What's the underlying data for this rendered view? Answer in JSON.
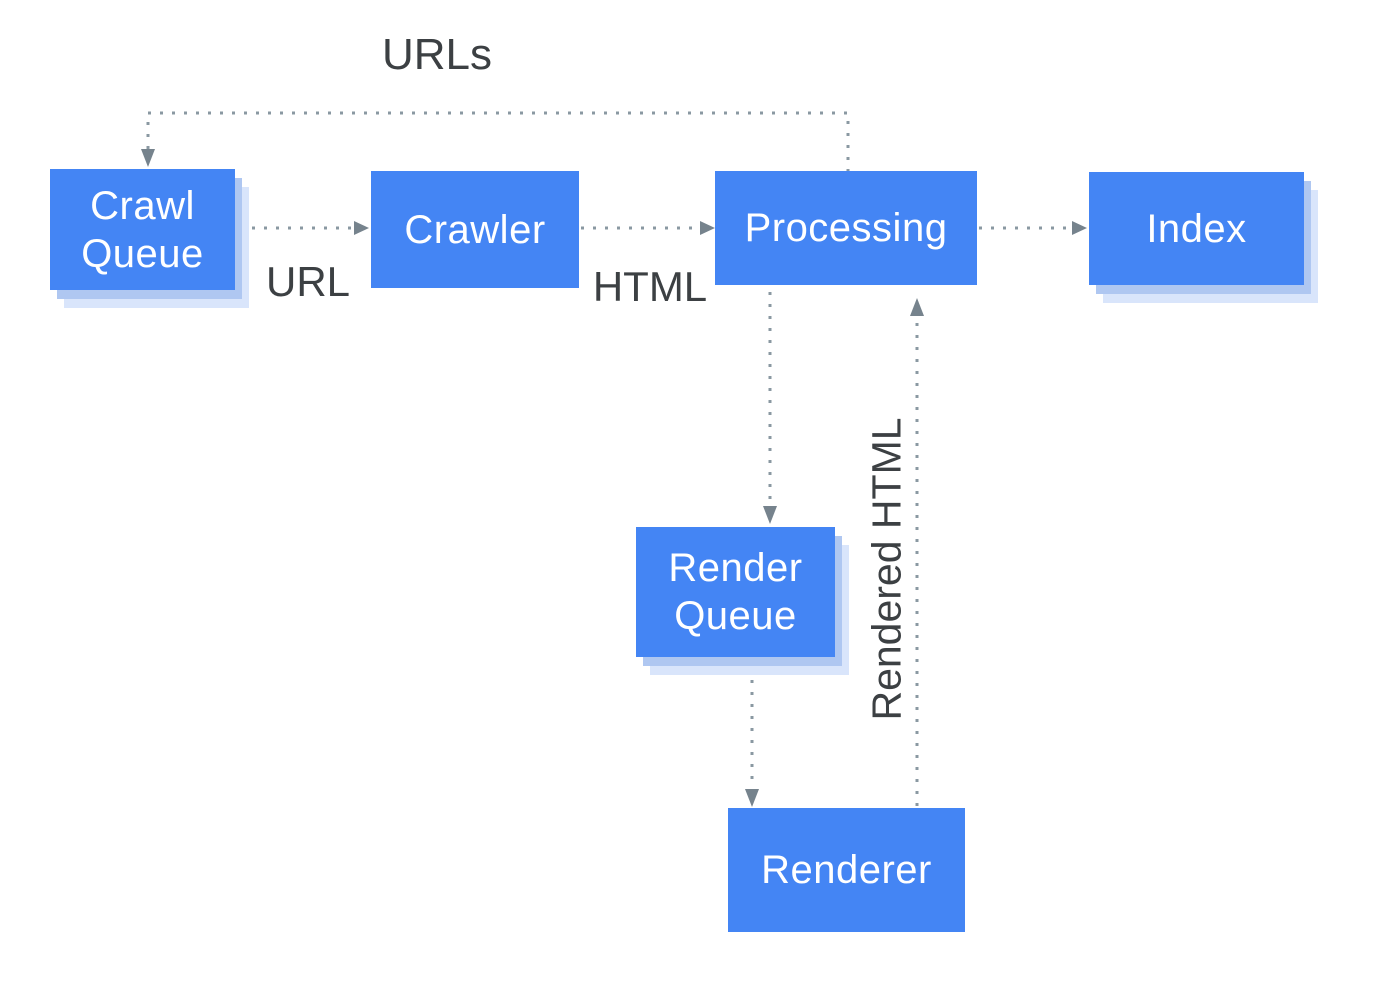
{
  "diagram": {
    "nodes": {
      "crawl_queue": "Crawl Queue",
      "crawler": "Crawler",
      "processing": "Processing",
      "index": "Index",
      "render_queue": "Render Queue",
      "renderer": "Renderer"
    },
    "edge_labels": {
      "urls": "URLs",
      "url": "URL",
      "html": "HTML",
      "rendered_html": "Rendered HTML"
    },
    "colors": {
      "node_fill": "#4485F4",
      "node_text": "#FFFFFF",
      "shadow_inner": "#AFC7F1",
      "shadow_outer": "#D9E5FB",
      "connector": "#8A98A2",
      "arrowhead": "#76838D",
      "label_text": "#3C4043",
      "background": "#FFFFFF"
    }
  }
}
